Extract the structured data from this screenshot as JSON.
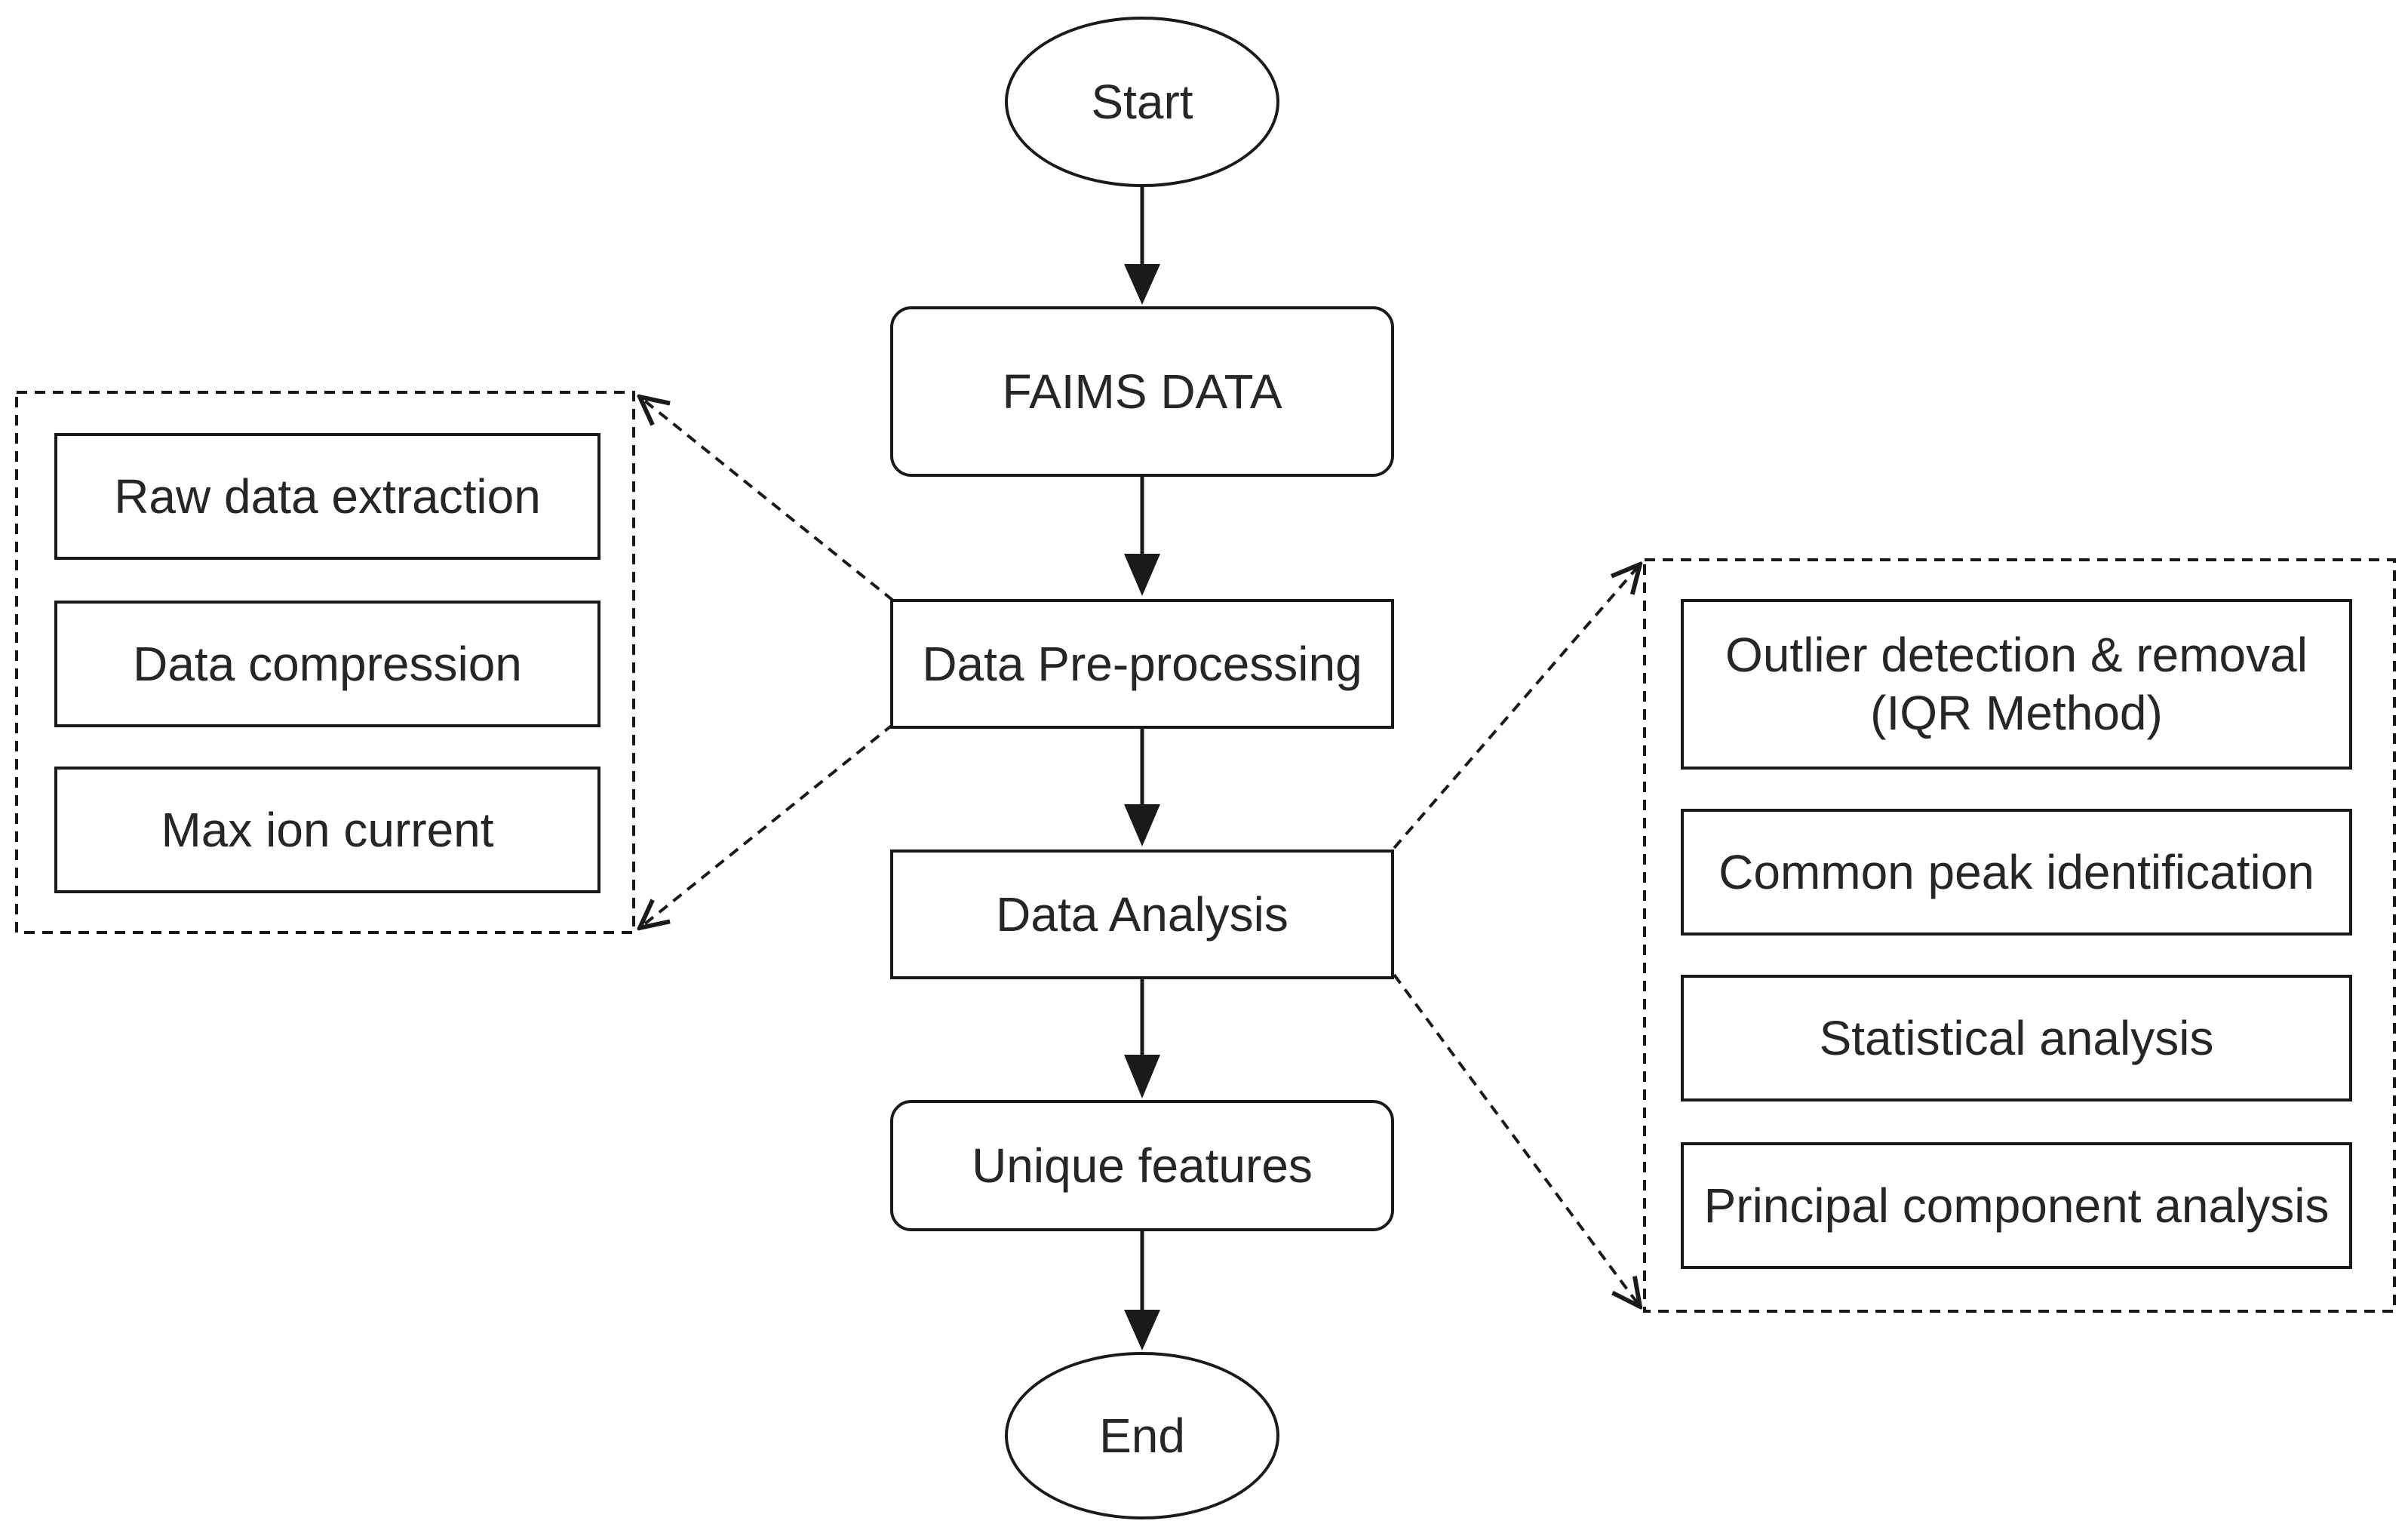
{
  "flow": {
    "start": "Start",
    "faims_data": "FAIMS DATA",
    "pre_processing": "Data Pre-processing",
    "analysis": "Data Analysis",
    "unique_features": "Unique features",
    "end": "End"
  },
  "preprocessing_steps": {
    "raw_data_extraction": "Raw data extraction",
    "data_compression": "Data compression",
    "max_ion_current": "Max ion current"
  },
  "analysis_steps": {
    "outlier_line1": "Outlier detection & removal",
    "outlier_line2": "(IQR Method)",
    "common_peak": "Common peak identification",
    "statistical": "Statistical analysis",
    "pca": "Principal component analysis"
  },
  "colors": {
    "stroke": "#1a1a1a",
    "text": "#262626",
    "background": "#ffffff"
  }
}
